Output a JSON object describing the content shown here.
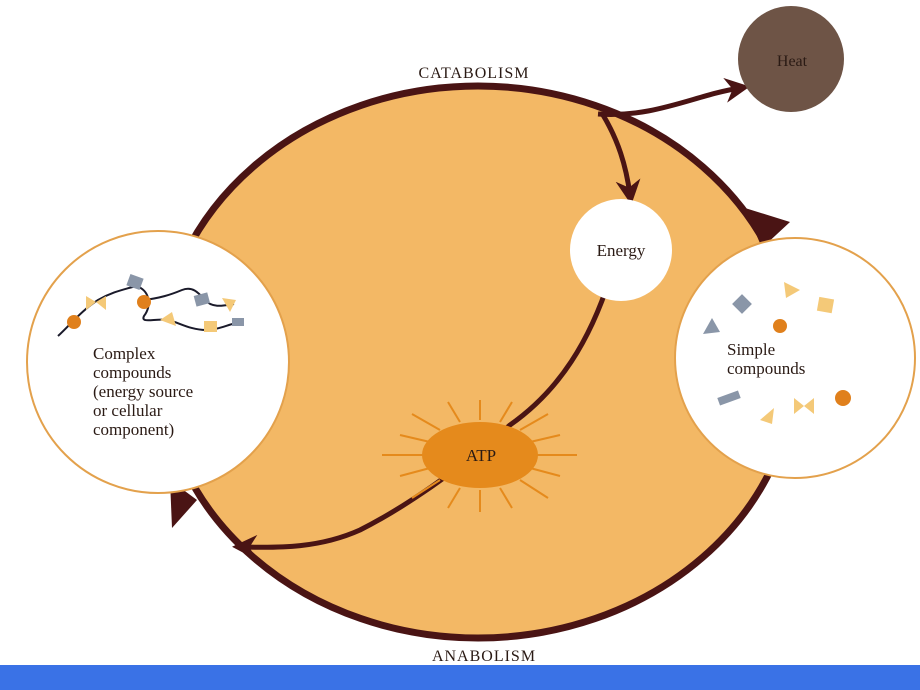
{
  "diagram": {
    "catabolism_label": "CATABOLISM",
    "anabolism_label": "ANABOLISM",
    "heat_label": "Heat",
    "energy_label": "Energy",
    "atp_label": "ATP",
    "complex": {
      "line1": "Complex",
      "line2": "compounds",
      "line3": "(energy source",
      "line4": "or cellular",
      "line5": "component)"
    },
    "simple": {
      "line1": "Simple",
      "line2": "compounds"
    }
  },
  "colors": {
    "cell_fill": "#f3b865",
    "arrow": "#4a1414",
    "heat_fill": "#6e5446",
    "atp_fill": "#e58a1c",
    "footer": "#3a72e6"
  }
}
